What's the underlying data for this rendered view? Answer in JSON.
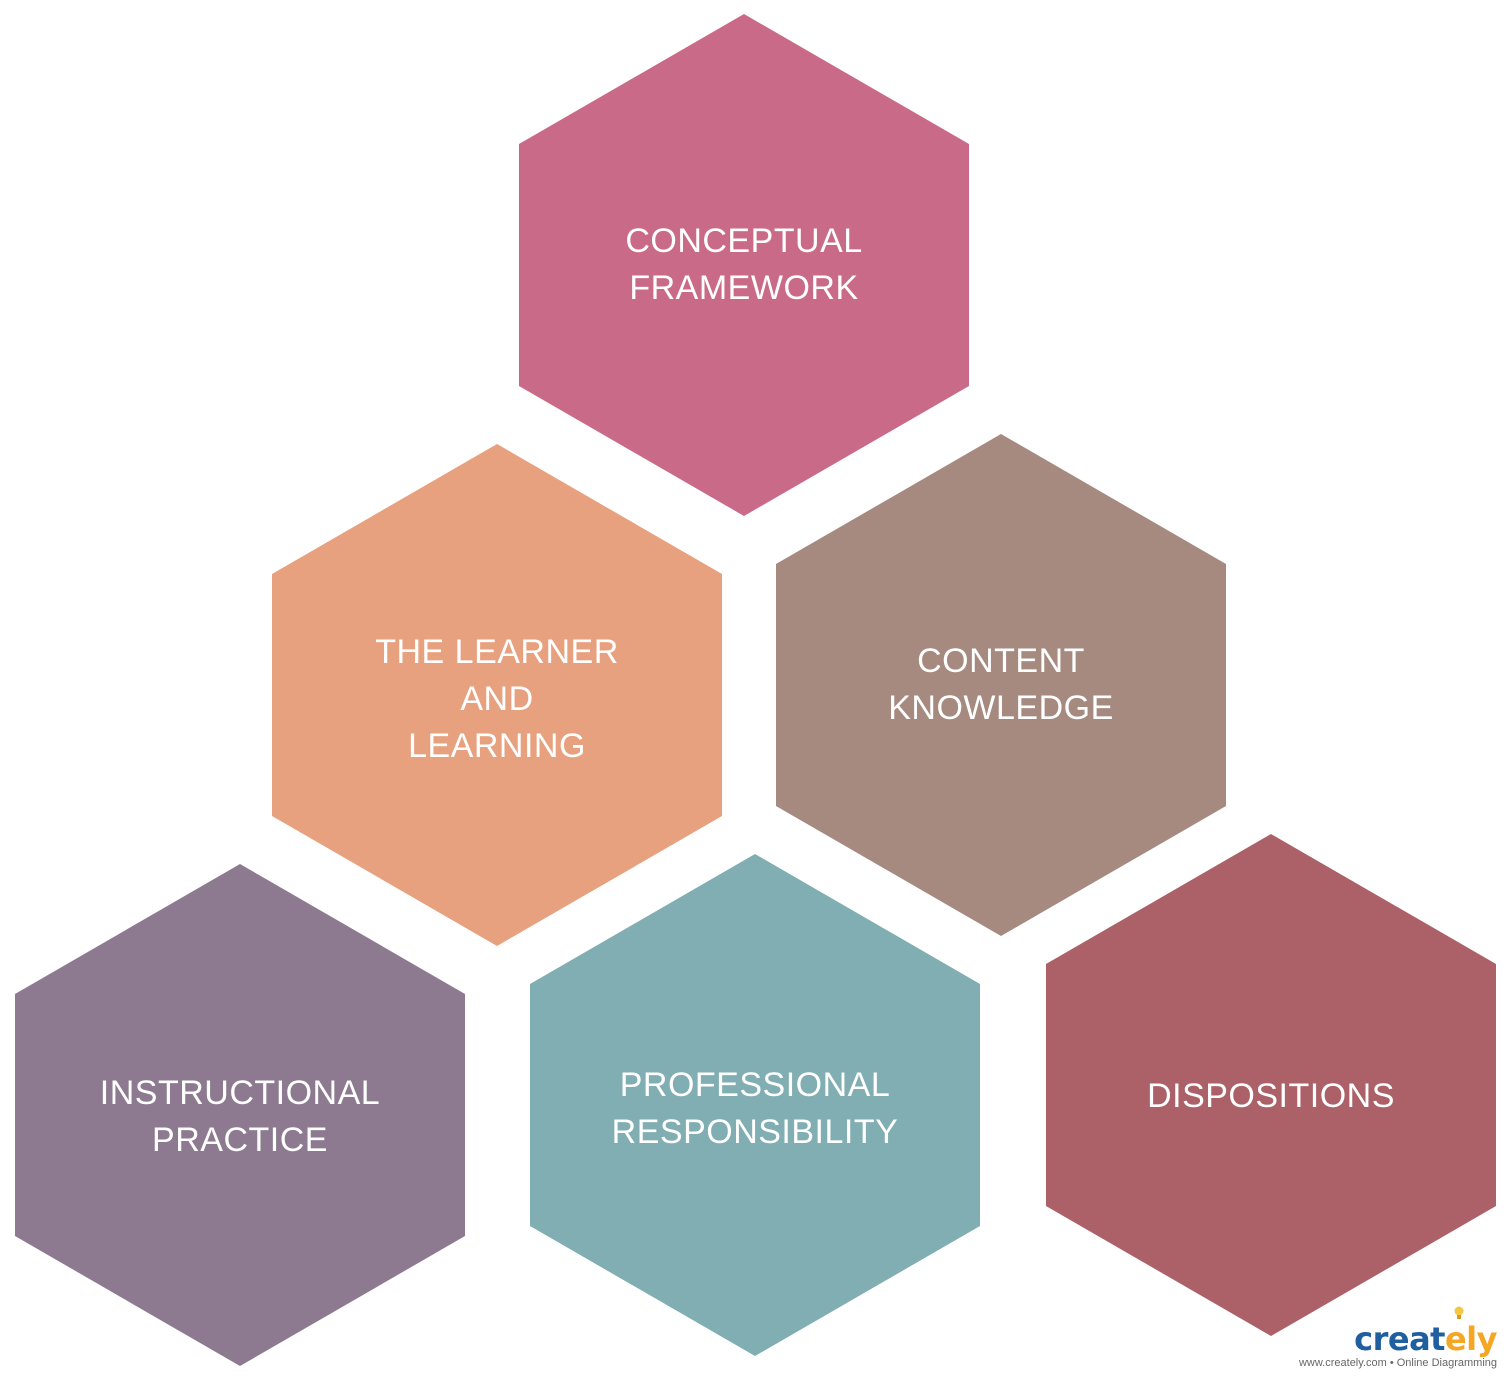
{
  "hexagons": [
    {
      "id": "conceptual-framework",
      "lines": [
        "CONCEPTUAL",
        "FRAMEWORK"
      ],
      "color": "#ca6a89"
    },
    {
      "id": "learner-and-learning",
      "lines": [
        "THE LEARNER",
        "AND",
        "LEARNING"
      ],
      "color": "#e8a17e"
    },
    {
      "id": "content-knowledge",
      "lines": [
        "CONTENT",
        "KNOWLEDGE"
      ],
      "color": "#a68a80"
    },
    {
      "id": "instructional-practice",
      "lines": [
        "INSTRUCTIONAL",
        "PRACTICE"
      ],
      "color": "#8d7a90"
    },
    {
      "id": "professional-responsibility",
      "lines": [
        "PROFESSIONAL",
        "RESPONSIBILITY"
      ],
      "color": "#81aeb2"
    },
    {
      "id": "dispositions",
      "lines": [
        "DISPOSITIONS"
      ],
      "color": "#ab6167"
    }
  ],
  "watermark": {
    "brand_main": "creat",
    "brand_accent": "ely",
    "tagline": "www.creately.com • Online Diagramming",
    "brand_color": "#1f5fa0",
    "accent_color": "#f5a623"
  }
}
